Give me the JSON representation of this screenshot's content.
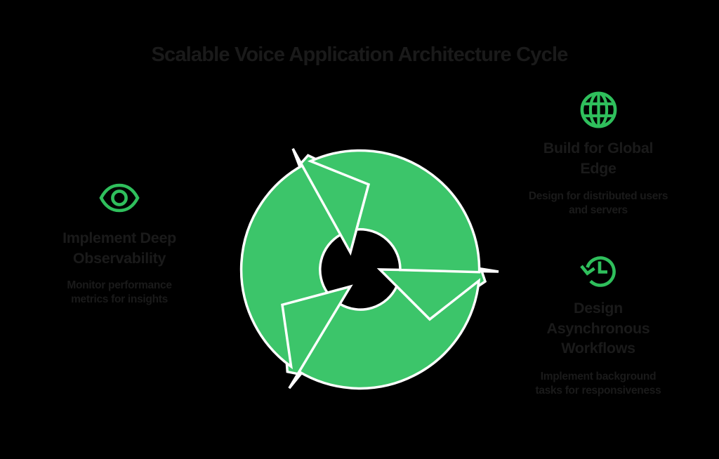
{
  "title": "Scalable Voice Application Architecture Cycle",
  "items": [
    {
      "id": "implement-deep-observability",
      "icon": "eye-icon",
      "heading": "Implement Deep Observability",
      "heading_lines": [
        "Implement Deep",
        "Observability"
      ],
      "description": "Monitor performance metrics for insights",
      "description_lines": [
        "Monitor performance",
        "metrics for insights"
      ]
    },
    {
      "id": "build-for-global-edge",
      "icon": "globe-icon",
      "heading": "Build for Global Edge",
      "heading_lines": [
        "Build for Global",
        "Edge"
      ],
      "description": "Design for distributed users and servers",
      "description_lines": [
        "Design for distributed users",
        "and servers"
      ]
    },
    {
      "id": "design-asynchronous-workflows",
      "icon": "history-icon",
      "heading": "Design Asynchronous Workflows",
      "heading_lines": [
        "Design",
        "Asynchronous",
        "Workflows"
      ],
      "description": "Implement background tasks for responsiveness",
      "description_lines": [
        "Implement background",
        "tasks for responsiveness"
      ]
    }
  ],
  "graphic": {
    "type": "three-arrow-cycle",
    "arrow_count": 3
  },
  "colors": {
    "background": "#000000",
    "blade_green": "#3CC56A",
    "icon_green": "#2FBF5C",
    "text": "#1A1A1A",
    "outline": "#FFFFFF"
  }
}
